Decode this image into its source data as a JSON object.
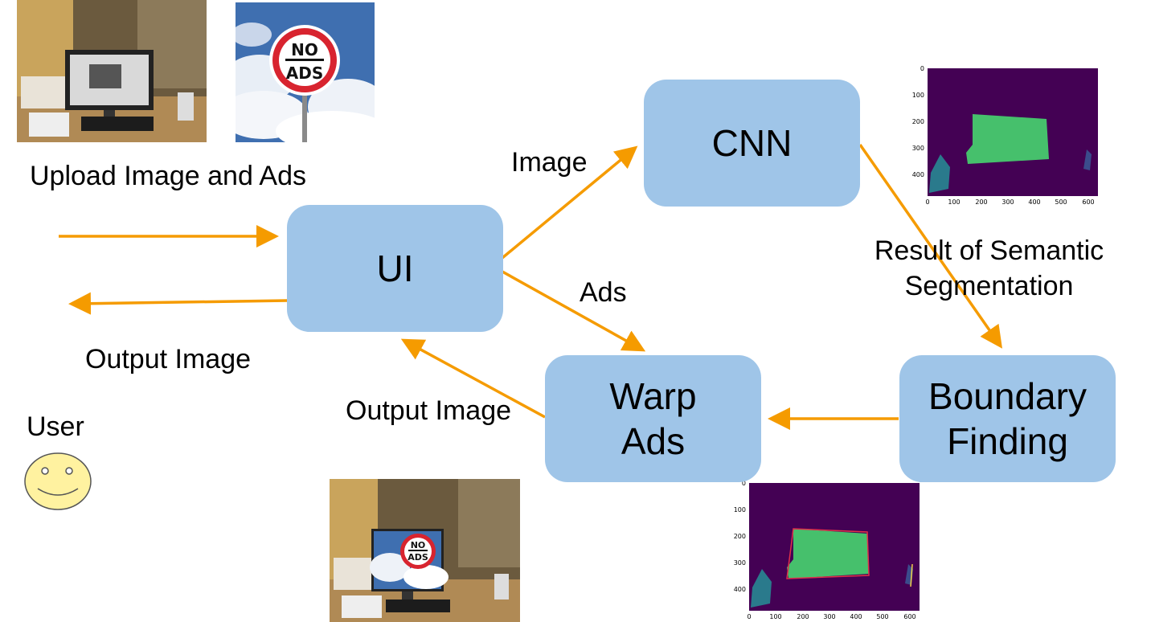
{
  "colors": {
    "box_fill": "#9fc5e8",
    "arrow": "#f59b00",
    "seg_background": "#440154",
    "seg_region_main": "#46c06c",
    "seg_region_left": "#2a7a8c",
    "seg_region_right": "#3b4c8c",
    "face_fill": "#fff2a0"
  },
  "boxes": {
    "ui": "UI",
    "cnn": "CNN",
    "warp_ads": "Warp Ads",
    "boundary_finding": "Boundary Finding"
  },
  "labels": {
    "upload": "Upload Image and Ads",
    "output_image_left": "Output Image",
    "output_image_mid": "Output Image",
    "image": "Image",
    "ads": "Ads",
    "result": "Result of Semantic Segmentation",
    "user": "User"
  },
  "images": {
    "no_ads_sign_text": "NO ADS",
    "output_sign_text": "NO ADS"
  },
  "seg_plot_axes": {
    "y_ticks": [
      "0",
      "100",
      "200",
      "300",
      "400"
    ],
    "x_ticks": [
      "0",
      "100",
      "200",
      "300",
      "400",
      "500",
      "600"
    ]
  },
  "icons": {
    "user": "smiley-face-icon",
    "desk_photo": "desk-photo-icon",
    "sign_photo": "no-ads-sign-photo",
    "output_photo": "output-photo"
  }
}
